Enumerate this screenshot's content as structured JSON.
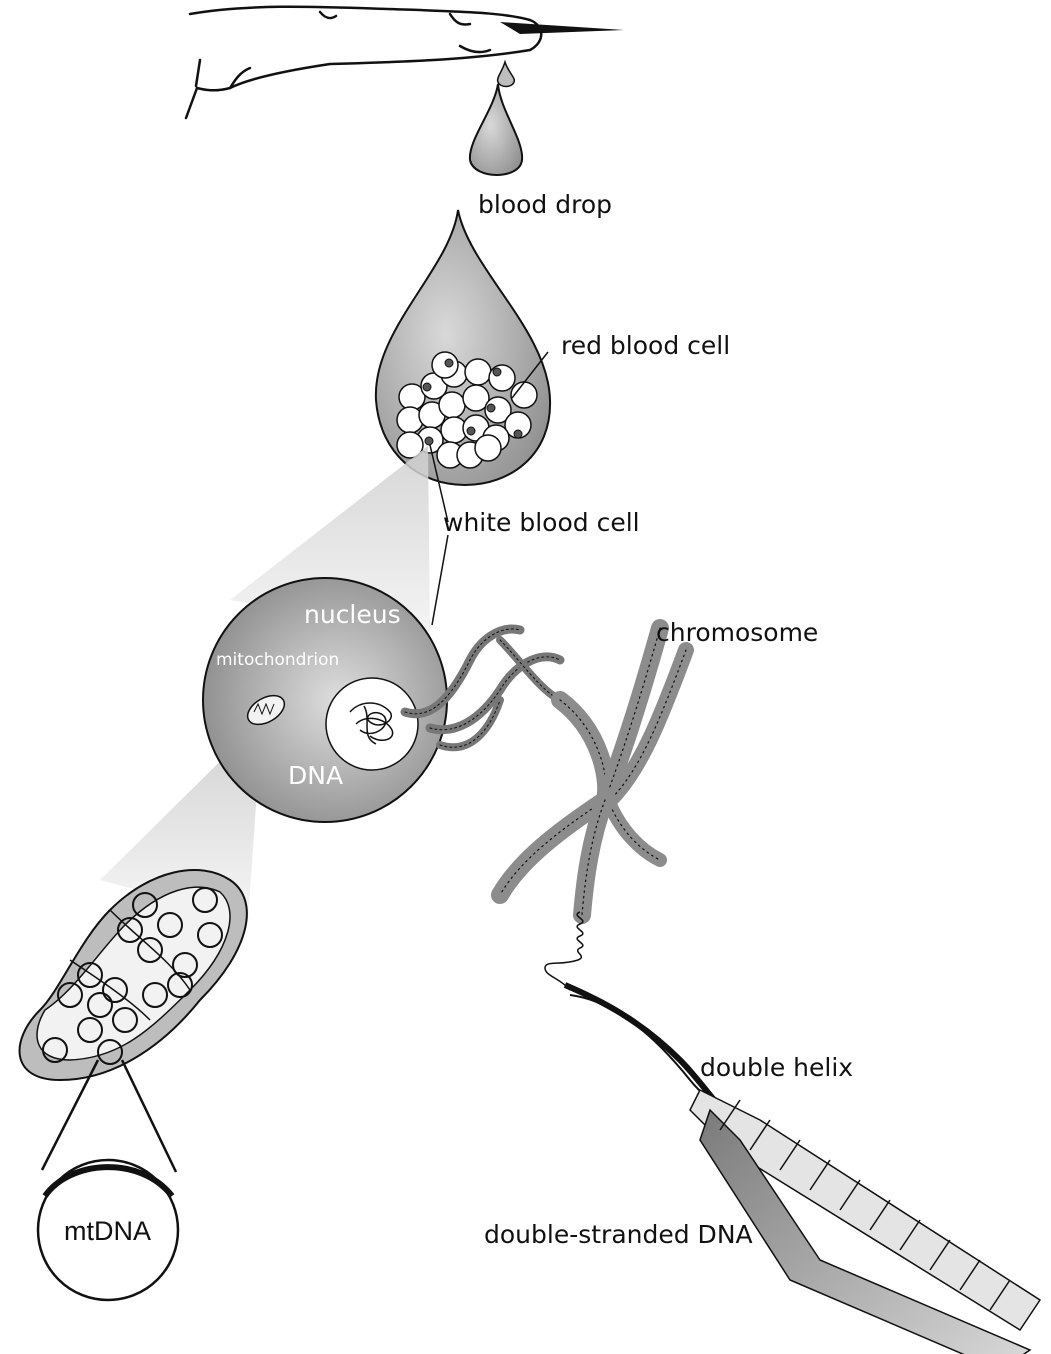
{
  "labels": {
    "blood_drop": "blood drop",
    "red_blood_cell": "red blood cell",
    "white_blood_cell": "white blood cell",
    "nucleus": "nucleus",
    "mitochondrion": "mitochondrion",
    "dna": "DNA",
    "chromosome": "chromosome",
    "double_helix": "double helix",
    "double_stranded_dna": "double-stranded DNA",
    "mtdna": "mtDNA"
  },
  "colors": {
    "ink": "#111111",
    "drop_fill": "#b5b5b5",
    "cell_fill": "#a9a9a9",
    "chromosome_fill": "#8c8c8c",
    "strand_light": "#e4e4e4",
    "strand_dark": "#9a9a9a",
    "label_on_dark": "#ffffff"
  },
  "icons": {
    "finger": "finger-icon",
    "lancet": "lancet-icon",
    "drop": "droplet-icon",
    "mtdna_ring": "circle-icon"
  }
}
